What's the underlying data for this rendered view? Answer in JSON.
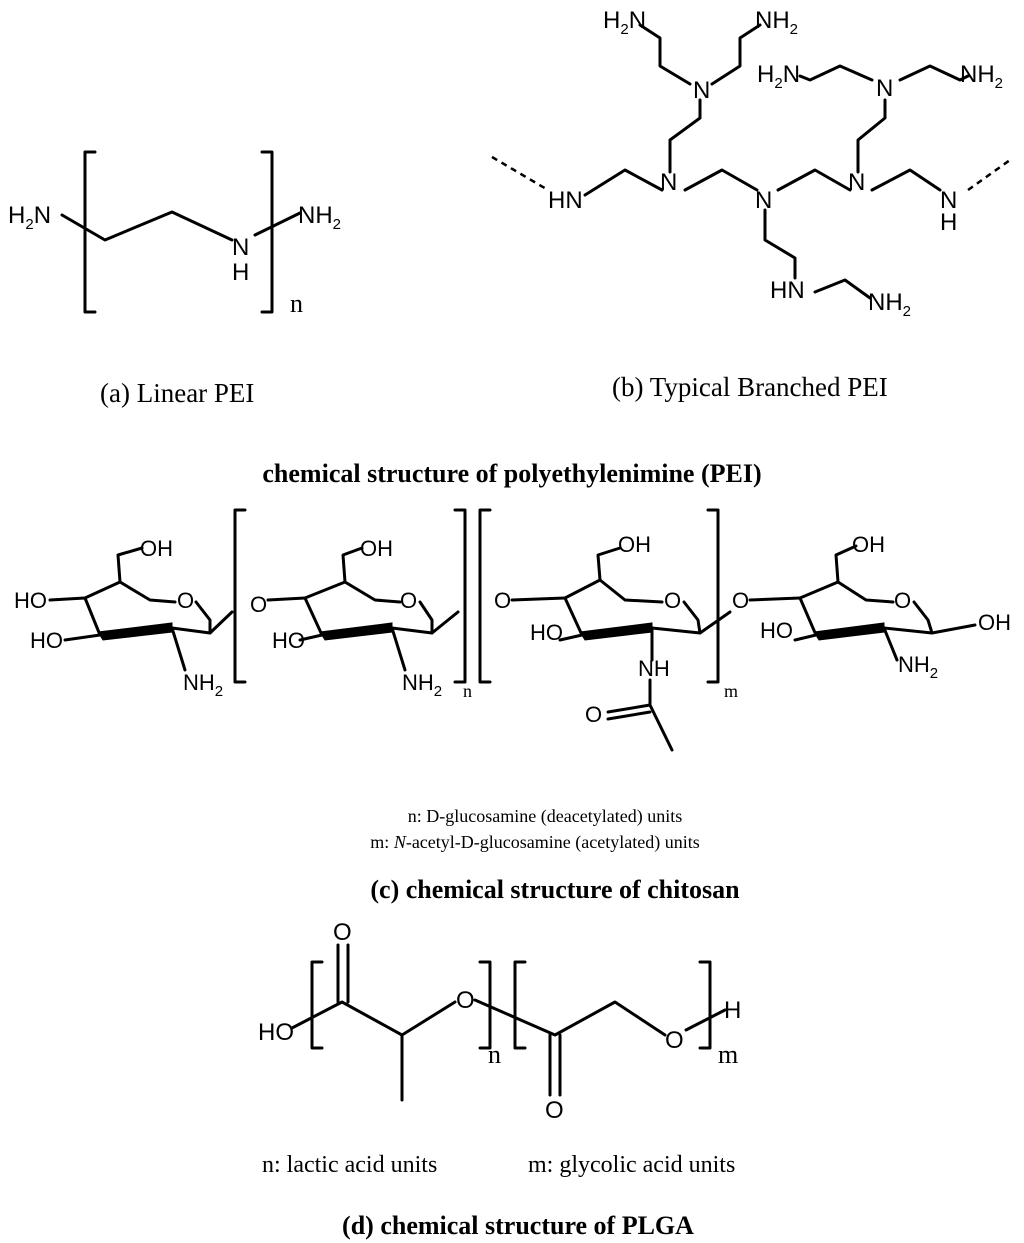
{
  "pei": {
    "linear_caption": "(a) Linear PEI",
    "branched_caption": "(b) Typical Branched PEI",
    "section_title": "chemical structure of polyethylenimine (PEI)",
    "linear_index": "n"
  },
  "chitosan": {
    "note_n": "n: D-glucosamine (deacetylated) units",
    "note_m_prefix": "m: ",
    "note_m_italic": "N",
    "note_m_rest": "-acetyl-D-glucosamine (acetylated) units",
    "caption": "(c) chemical structure of chitosan",
    "index_n": "n",
    "index_m": "m"
  },
  "plga": {
    "note_n": "n: lactic acid units",
    "note_m": "m: glycolic acid units",
    "caption": "(d) chemical structure of PLGA",
    "index_n": "n",
    "index_m": "m"
  }
}
